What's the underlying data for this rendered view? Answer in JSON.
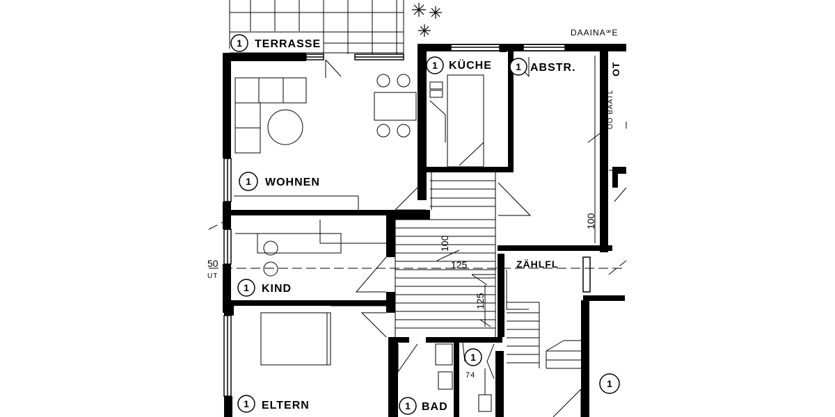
{
  "room_number": "1",
  "rooms": {
    "terrasse": "TERRASSE",
    "kueche": "KÜCHE",
    "abstr": "ABSTR.",
    "wohnen": "WOHNEN",
    "kind": "KIND",
    "eltern": "ELTERN",
    "bad": "BAD"
  },
  "labels": {
    "drainage": "DAAINAꟹE",
    "zaehlfl": "ZÄHLFL",
    "side_ot": "OT",
    "side_baatl": "OO BAATL",
    "left_cut_top": "50",
    "left_cut_bottom": "UT",
    "bad_small": "74"
  },
  "dimensions": {
    "stair_width": "100",
    "abstr_depth": "100",
    "landing_width": "125",
    "landing_depth": "125"
  },
  "colors": {
    "ink": "#000000",
    "paper": "#ffffff"
  }
}
